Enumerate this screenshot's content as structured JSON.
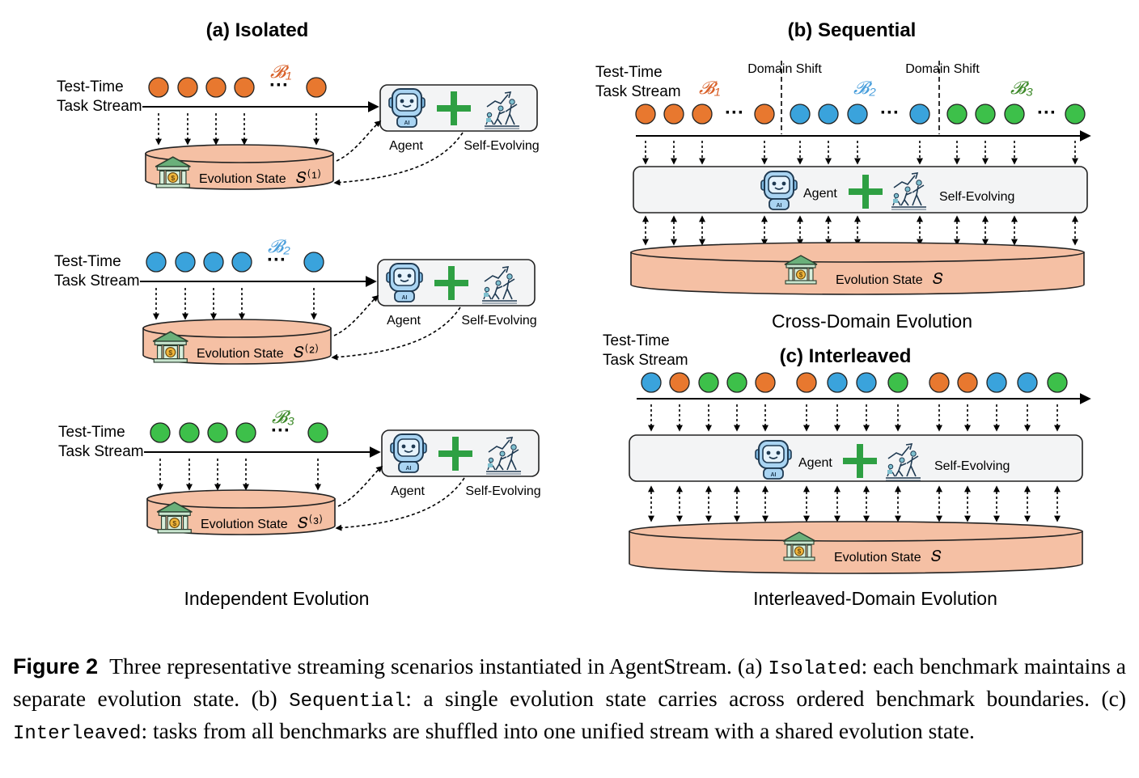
{
  "colors": {
    "orange": "#e8782f",
    "blue": "#3aa3dc",
    "green": "#3dc04a",
    "state_fill": "#f5c0a4",
    "agent_fill": "#f3f4f5",
    "plus": "#2ea043",
    "benchmark_orange": "#d9622b",
    "benchmark_blue": "#4a9fdc",
    "benchmark_green": "#3e8a2a"
  },
  "isolated": {
    "title": "(a) Isolated",
    "stream_label_line1": "Test-Time",
    "stream_label_line2": "Task Stream",
    "benchmarks": [
      "𝓑₁",
      "𝓑₂",
      "𝓑₃"
    ],
    "agent_label": "Agent",
    "self_evolving_label": "Self-Evolving",
    "state_label": "Evolution State",
    "state_symbols": [
      "𝑆⁽¹⁾",
      "𝑆⁽²⁾",
      "𝑆⁽³⁾"
    ],
    "ellipsis": "···",
    "subtitle": "Independent Evolution"
  },
  "sequential": {
    "title": "(b) Sequential",
    "stream_label_line1": "Test-Time",
    "stream_label_line2": "Task Stream",
    "benchmarks": [
      "𝓑₁",
      "𝓑₂",
      "𝓑₃"
    ],
    "domain_shift": "Domain Shift",
    "agent_label": "Agent",
    "self_evolving_label": "Self-Evolving",
    "state_label": "Evolution State",
    "state_symbol": "𝑆",
    "ellipsis": "···",
    "subtitle": "Cross-Domain Evolution"
  },
  "interleaved": {
    "title": "(c) Interleaved",
    "stream_label_line1": "Test-Time",
    "stream_label_line2": "Task Stream",
    "task_colors": [
      "blue",
      "orange",
      "green",
      "green",
      "orange",
      "orange",
      "blue",
      "blue",
      "green",
      "orange",
      "orange",
      "blue",
      "blue",
      "green"
    ],
    "agent_label": "Agent",
    "self_evolving_label": "Self-Evolving",
    "state_label": "Evolution State",
    "state_symbol": "𝑆",
    "subtitle": "Interleaved-Domain Evolution"
  },
  "caption": {
    "label": "Figure 2",
    "text_1": "Three representative streaming scenarios instantiated in AgentStream. (a) ",
    "code_1": "Isolated",
    "text_2": ": each benchmark maintains a separate evolution state. (b) ",
    "code_2": "Sequential",
    "text_3": ": a single evolution state carries across ordered benchmark boundaries. (c) ",
    "code_3": "Interleaved",
    "text_4": ": tasks from all benchmarks are shuffled into one unified stream with a shared evolution state."
  }
}
